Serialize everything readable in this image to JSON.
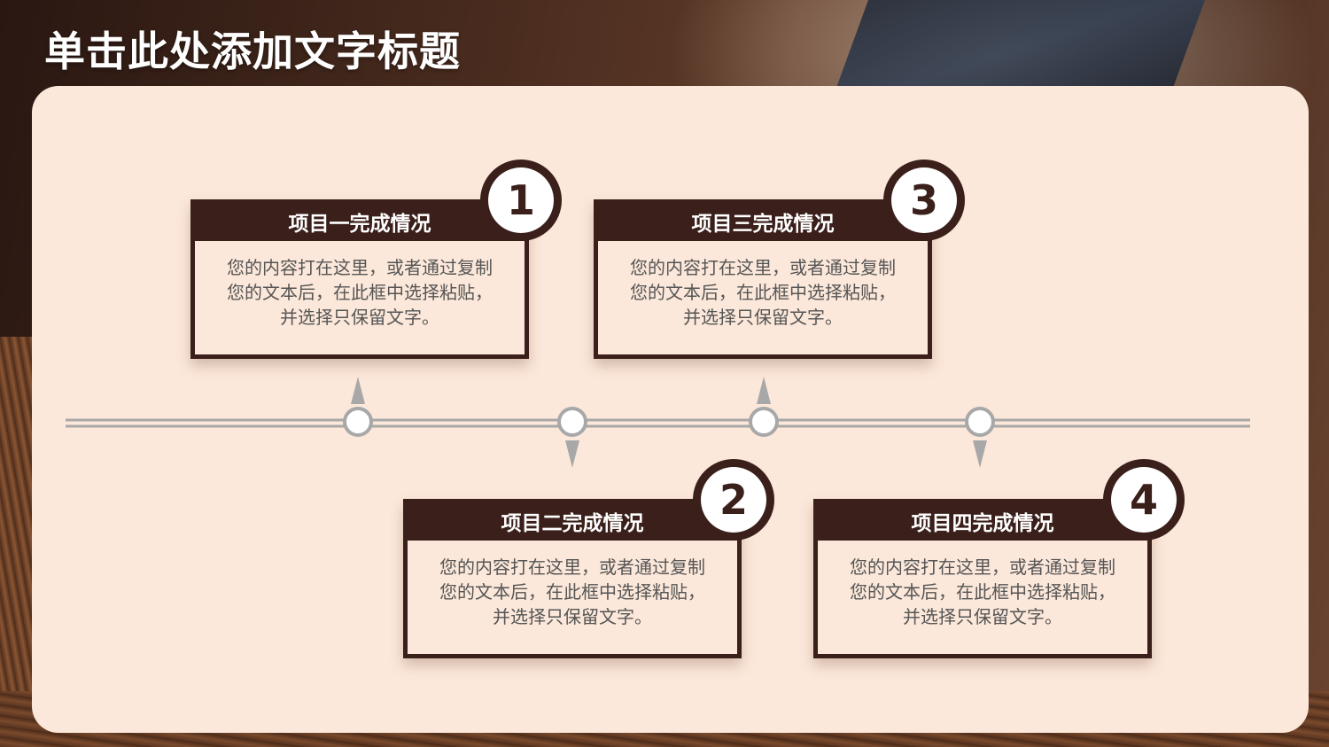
{
  "slide": {
    "title": "单击此处添加文字标题"
  },
  "colors": {
    "panel": "#fce8da",
    "dark_brown": "#3a1f1a",
    "timeline_gray": "#a8a8a8",
    "body_text": "#555555"
  },
  "items": [
    {
      "number": "1",
      "title": "项目一完成情况",
      "body_lines": [
        "您的内容打在这里，或者通过复制",
        "您的文本后，在此框中选择粘贴，",
        "并选择只保留文字。"
      ],
      "arrow": "up"
    },
    {
      "number": "2",
      "title": "项目二完成情况",
      "body_lines": [
        "您的内容打在这里，或者通过复制",
        "您的文本后，在此框中选择粘贴，",
        "并选择只保留文字。"
      ],
      "arrow": "down"
    },
    {
      "number": "3",
      "title": "项目三完成情况",
      "body_lines": [
        "您的内容打在这里，或者通过复制",
        "您的文本后，在此框中选择粘贴，",
        "并选择只保留文字。"
      ],
      "arrow": "up"
    },
    {
      "number": "4",
      "title": "项目四完成情况",
      "body_lines": [
        "您的内容打在这里，或者通过复制",
        "您的文本后，在此框中选择粘贴，",
        "并选择只保留文字。"
      ],
      "arrow": "down"
    }
  ]
}
